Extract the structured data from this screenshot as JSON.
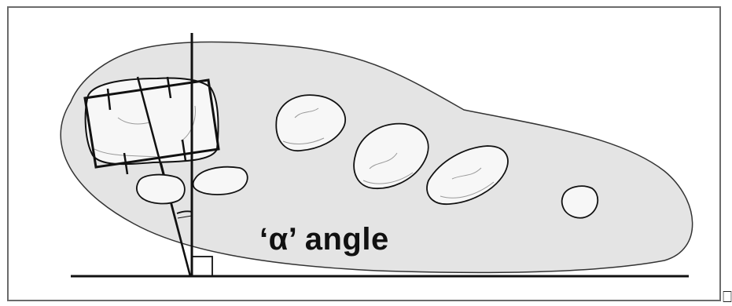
{
  "diagram": {
    "angle_label": "‘α’ angle",
    "edge_glyph": "⎕"
  },
  "colors": {
    "background": "#ffffff",
    "matrix_fill": "#e4e4e4",
    "clast_fill": "#f7f7f7",
    "outline": "#111111",
    "frame_border": "#6b6b6b"
  },
  "icons": {
    "right_angle_marker": "square-corner",
    "angle_arc": "arc"
  }
}
